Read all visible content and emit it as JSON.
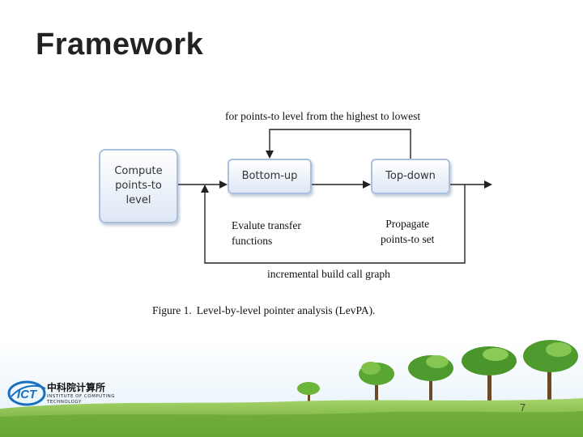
{
  "slide": {
    "title": "Framework",
    "page_number": "7"
  },
  "diagram": {
    "top_loop_label": "for points-to level from the highest to lowest",
    "bottom_loop_label": "incremental build call graph",
    "nodes": {
      "compute": "Compute\npoints-to\nlevel",
      "bottom_up": "Bottom-up",
      "top_down": "Top-down"
    },
    "sublabels": {
      "bottom_up": "Evalute transfer\nfunctions",
      "top_down": "Propagate\npoints-to set"
    },
    "caption": {
      "number": "Figure 1.",
      "text": "Level-by-level pointer analysis (LevPA)."
    }
  },
  "logo": {
    "mark": "ICT",
    "chinese": "中科院计算所",
    "english": "INSTITUTE OF COMPUTING\nTECHNOLOGY"
  },
  "colors": {
    "box_border": "#a9bfdd",
    "box_fill_bottom": "#dde7f4",
    "logo_blue": "#1a6fc0",
    "grass": "#7ab93a",
    "tree_green": "#4f9a2e"
  }
}
